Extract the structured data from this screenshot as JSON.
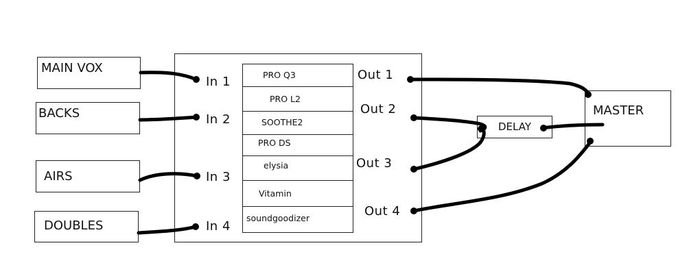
{
  "sources": [
    "MAIN VOX",
    "BACKS",
    "AIRS",
    "DOUBLES"
  ],
  "inputs": [
    "In 1",
    "In 2",
    "In 3",
    "In 4"
  ],
  "plugins": [
    "PRO Q3",
    "PRO L2",
    "SOOTHE2",
    "PRO DS",
    "elysia",
    "Vitamin",
    "soundgoodizer"
  ],
  "outputs": [
    "Out 1",
    "Out 2",
    "Out 3",
    "Out 4"
  ],
  "delay": "DELAY",
  "master": "MASTER"
}
